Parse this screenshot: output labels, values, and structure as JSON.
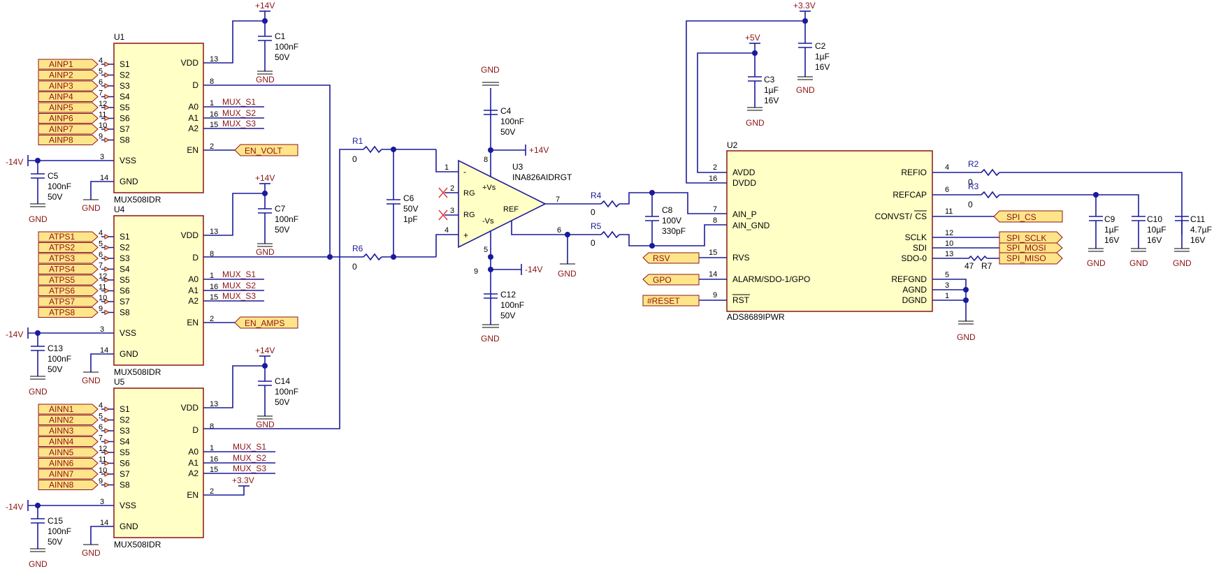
{
  "schematic": {
    "rails": {
      "p14": "+14V",
      "n14": "-14V",
      "p3v3": "+3.3V",
      "p5v": "+5V",
      "gnd": "GND"
    },
    "nets": {
      "mux_s1": "MUX_S1",
      "mux_s2": "MUX_S2",
      "mux_s3": "MUX_S3",
      "en_volt": "EN_VOLT",
      "en_amps": "EN_AMPS",
      "spi_cs": "SPI_CS",
      "spi_sclk": "SPI_SCLK",
      "spi_mosi": "SPI_MOSI",
      "spi_miso": "SPI_MISO",
      "rsv": "RSV",
      "gpo": "GPO",
      "reset": "#RESET"
    },
    "mux_inputs": {
      "u1": [
        "AINP1",
        "AINP2",
        "AINP3",
        "AINP4",
        "AINP5",
        "AINP6",
        "AINP7",
        "AINP8"
      ],
      "u4": [
        "ATPS1",
        "ATPS2",
        "ATPS3",
        "ATPS4",
        "ATPS5",
        "ATPS6",
        "ATPS7",
        "ATPS8"
      ],
      "u5": [
        "AINN1",
        "AINN2",
        "AINN3",
        "AINN4",
        "AINN5",
        "AINN6",
        "AINN7",
        "AINN8"
      ]
    },
    "mux_left_pins": [
      "S1",
      "S2",
      "S3",
      "S4",
      "S5",
      "S6",
      "S7",
      "S8"
    ],
    "mux_left_nums": [
      "4",
      "5",
      "6",
      "7",
      "12",
      "11",
      "10",
      "9"
    ],
    "mux_pin": {
      "vdd": "VDD",
      "d": "D",
      "a0": "A0",
      "a1": "A1",
      "a2": "A2",
      "en": "EN",
      "vss": "VSS",
      "gnd": "GND",
      "n_vdd": "13",
      "n_d": "8",
      "n_a0": "1",
      "n_a1": "16",
      "n_a2": "15",
      "n_en": "2",
      "n_vss": "3",
      "n_gnd": "14"
    },
    "refs": {
      "u1": "U1",
      "u4": "U4",
      "u5": "U5",
      "u2": "U2",
      "u3": "U3",
      "mux_part": "MUX508IDR",
      "amp_part": "INA826AIDRGT",
      "adc_part": "ADS8689IPWR"
    },
    "caps": {
      "c1": {
        "ref": "C1",
        "v1": "100nF",
        "v2": "50V"
      },
      "c2": {
        "ref": "C2",
        "v1": "1µF",
        "v2": "16V"
      },
      "c3": {
        "ref": "C3",
        "v1": "1µF",
        "v2": "16V"
      },
      "c4": {
        "ref": "C4",
        "v1": "100nF",
        "v2": "50V"
      },
      "c5": {
        "ref": "C5",
        "v1": "100nF",
        "v2": "50V"
      },
      "c6": {
        "ref": "C6",
        "v1": "50V",
        "v2": "1pF"
      },
      "c7": {
        "ref": "C7",
        "v1": "100nF",
        "v2": "50V"
      },
      "c8": {
        "ref": "C8",
        "v1": "100V",
        "v2": "330pF"
      },
      "c9": {
        "ref": "C9",
        "v1": "1µF",
        "v2": "16V"
      },
      "c10": {
        "ref": "C10",
        "v1": "10µF",
        "v2": "16V"
      },
      "c11": {
        "ref": "C11",
        "v1": "4.7µF",
        "v2": "16V"
      },
      "c12": {
        "ref": "C12",
        "v1": "100nF",
        "v2": "50V"
      },
      "c13": {
        "ref": "C13",
        "v1": "100nF",
        "v2": "50V"
      },
      "c14": {
        "ref": "C14",
        "v1": "100nF",
        "v2": "50V"
      },
      "c15": {
        "ref": "C15",
        "v1": "100nF",
        "v2": "50V"
      }
    },
    "resistors": {
      "r1": {
        "ref": "R1",
        "val": "0"
      },
      "r2": {
        "ref": "R2",
        "val": "0"
      },
      "r3": {
        "ref": "R3",
        "val": "0"
      },
      "r4": {
        "ref": "R4",
        "val": "0"
      },
      "r5": {
        "ref": "R5",
        "val": "0"
      },
      "r6": {
        "ref": "R6",
        "val": "0"
      },
      "r7": {
        "ref": "R7",
        "val": "47"
      }
    },
    "amp": {
      "minus": "-",
      "plus": "+",
      "rg": "RG",
      "vsp": "+Vs",
      "vsn": "-Vs",
      "ref": "REF",
      "n1": "1",
      "n2": "2",
      "n3": "3",
      "n4": "4",
      "n5": "5",
      "n6": "6",
      "n7": "7",
      "n8": "8",
      "n9": "9"
    },
    "adc": {
      "avdd": "AVDD",
      "dvdd": "DVDD",
      "ainp": "AIN_P",
      "aingnd": "AIN_GND",
      "rvs": "RVS",
      "alarm": "ALARM/SDO-1/GPO",
      "rst": "RST",
      "refio": "REFIO",
      "refcap": "REFCAP",
      "convst": "CONVST/",
      "cs": "CS",
      "sclk": "SCLK",
      "sdi": "SDI",
      "sdo0": "SDO-0",
      "refgnd": "REFGND",
      "agnd": "AGND",
      "dgnd": "DGND",
      "n_avdd": "2",
      "n_dvdd": "16",
      "n_ainp": "7",
      "n_aingnd": "8",
      "n_rvs": "15",
      "n_alarm": "14",
      "n_rst": "9",
      "n_refio": "4",
      "n_refcap": "6",
      "n_convst": "11",
      "n_sclk": "12",
      "n_sdi": "10",
      "n_sdo0": "13",
      "n_refgnd": "5",
      "n_agnd": "3",
      "n_dgnd": "1"
    }
  }
}
